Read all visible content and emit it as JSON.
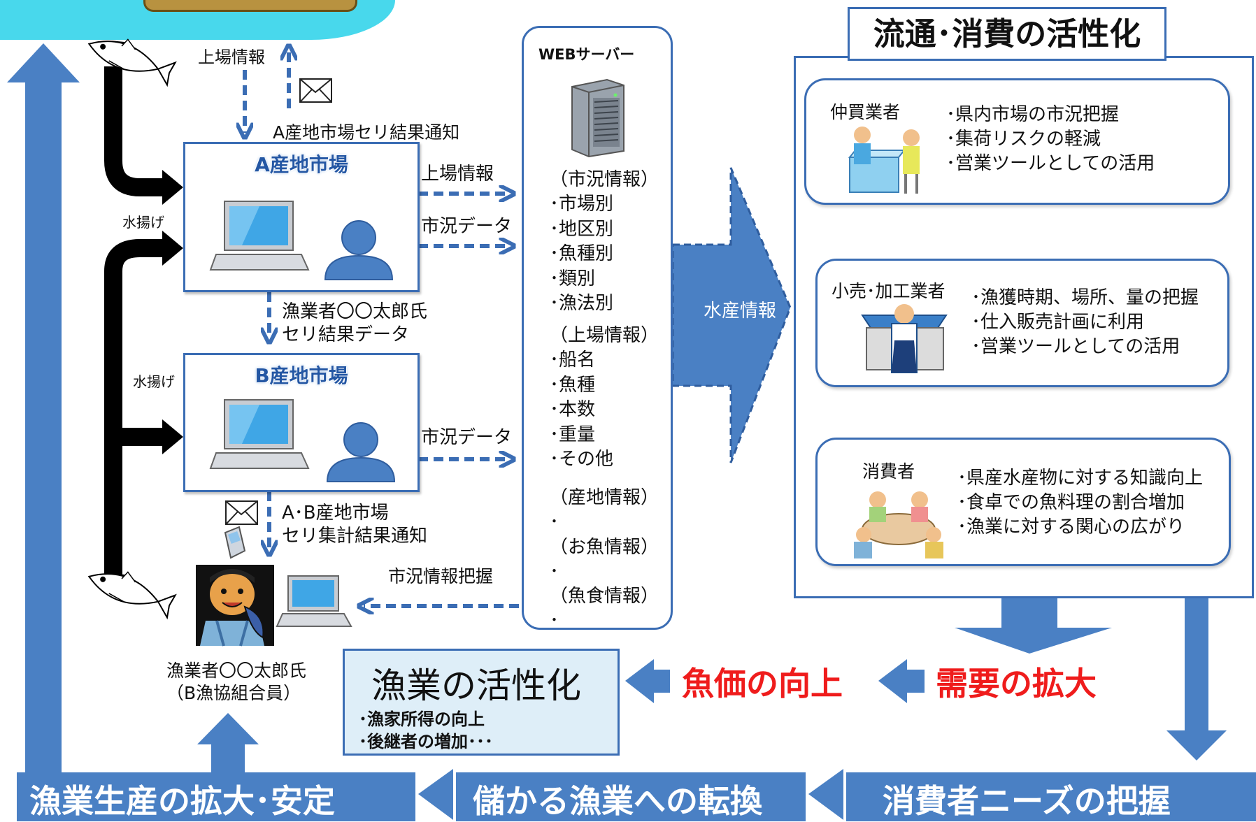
{
  "flow_labels": {
    "landing_info_top": "上場情報",
    "auction_notice_a": "A産地市場セリ結果通知",
    "mizuage_1": "水揚げ",
    "mizuage_2": "水揚げ",
    "landing_info_a": "上場情報",
    "market_data_a": "市況データ",
    "auction_result_line1": "漁業者〇〇太郎氏",
    "auction_result_line2": "セリ結果データ",
    "market_data_b": "市況データ",
    "summary_notice_line1": "A･B産地市場",
    "summary_notice_line2": "セリ集計結果通知",
    "market_grasp": "市況情報把握",
    "fisher_name": "漁業者〇〇太郎氏",
    "fisher_affil": "（B漁協組合員）"
  },
  "markets": {
    "a_title": "A産地市場",
    "b_title": "B産地市場"
  },
  "server": {
    "title": "WEBサーバー",
    "group1": "（市況情報）\n･市場別\n･地区別\n･魚種別\n･類別\n･漁法別",
    "group2": "（上場情報）\n･船名\n･魚種\n･本数\n･重量\n･その他",
    "group3": "（産地情報）\n･",
    "group4": "（お魚情報）\n･",
    "group5": "（魚食情報）\n･"
  },
  "suisan_info": "水産情報",
  "right_panel": {
    "title": "流通･消費の活性化",
    "actors": [
      {
        "label": "仲買業者",
        "points": "･県内市場の市況把握\n･集荷リスクの軽減\n･営業ツールとしての活用"
      },
      {
        "label": "小売･加工業者",
        "points": "･漁獲時期、場所、量の把握\n･仕入販売計画に利用\n･営業ツールとしての活用"
      },
      {
        "label": "消費者",
        "points": "･県産水産物に対する知識向上\n･食卓での魚料理の割合増加\n･漁業に対する関心の広がり"
      }
    ]
  },
  "gyogyo": {
    "title": "漁業の活性化",
    "item1": "･漁家所得の向上",
    "item2": "･後継者の増加･･･"
  },
  "red_labels": {
    "fish_price": "魚価の向上",
    "demand": "需要の拡大"
  },
  "bottom_band": {
    "left": "漁業生産の拡大･安定",
    "middle": "儲かる漁業への転換",
    "right": "消費者ニーズの把握"
  },
  "colors": {
    "primary_blue": "#3b6db4",
    "band_blue": "#4a80c4",
    "sea": "#48d8ec",
    "red": "#ef1c1c",
    "gyogyo_bg": "#deeef8"
  },
  "icons": [
    "fish-icon",
    "envelope-icon",
    "laptop-icon",
    "person-icon",
    "server-tower-icon",
    "mobile-phone-icon",
    "fisherman-icon",
    "chevron-down-icon"
  ]
}
